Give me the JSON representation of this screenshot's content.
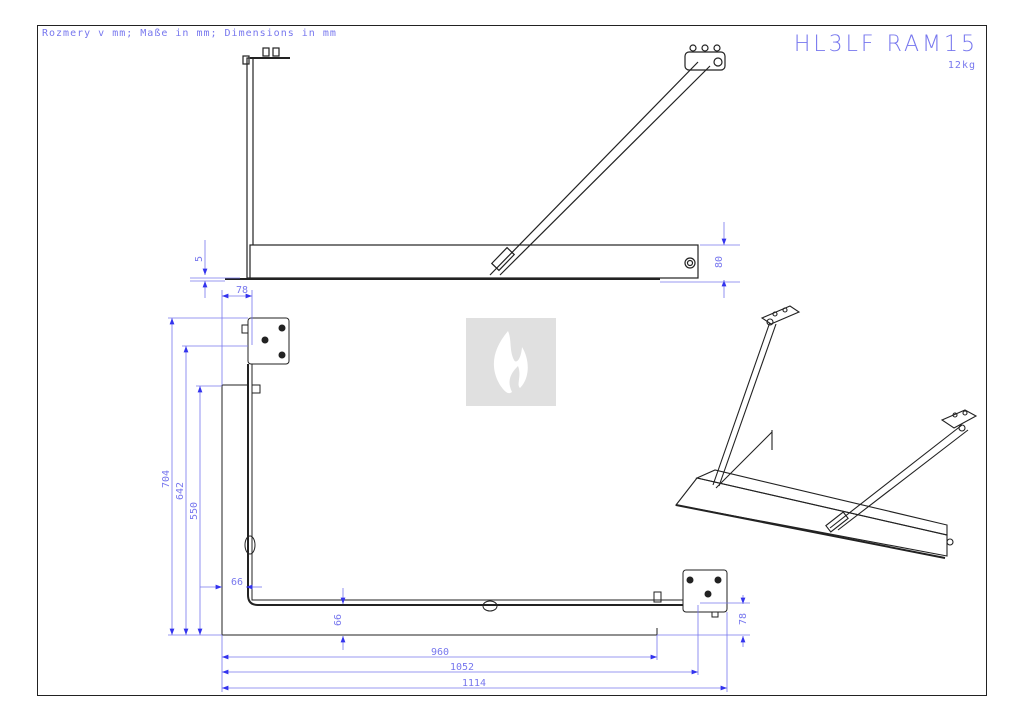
{
  "header": {
    "units_note": "Rozmery v mm; Maße in mm; Dimensions in mm",
    "model": "HL3LF RAM15",
    "weight": "12kg"
  },
  "dimensions": {
    "side_thickness": "5",
    "side_height": "80",
    "top_offset": "78",
    "h704": "704",
    "h642": "642",
    "h550": "550",
    "inner_66": "66",
    "bottom_66": "66",
    "right_78": "78",
    "w960": "960",
    "w1052": "1052",
    "w1114": "1114"
  },
  "colors": {
    "dimension": "#7777ee",
    "line": "#222222",
    "logo_bg": "#e0e0e0"
  }
}
